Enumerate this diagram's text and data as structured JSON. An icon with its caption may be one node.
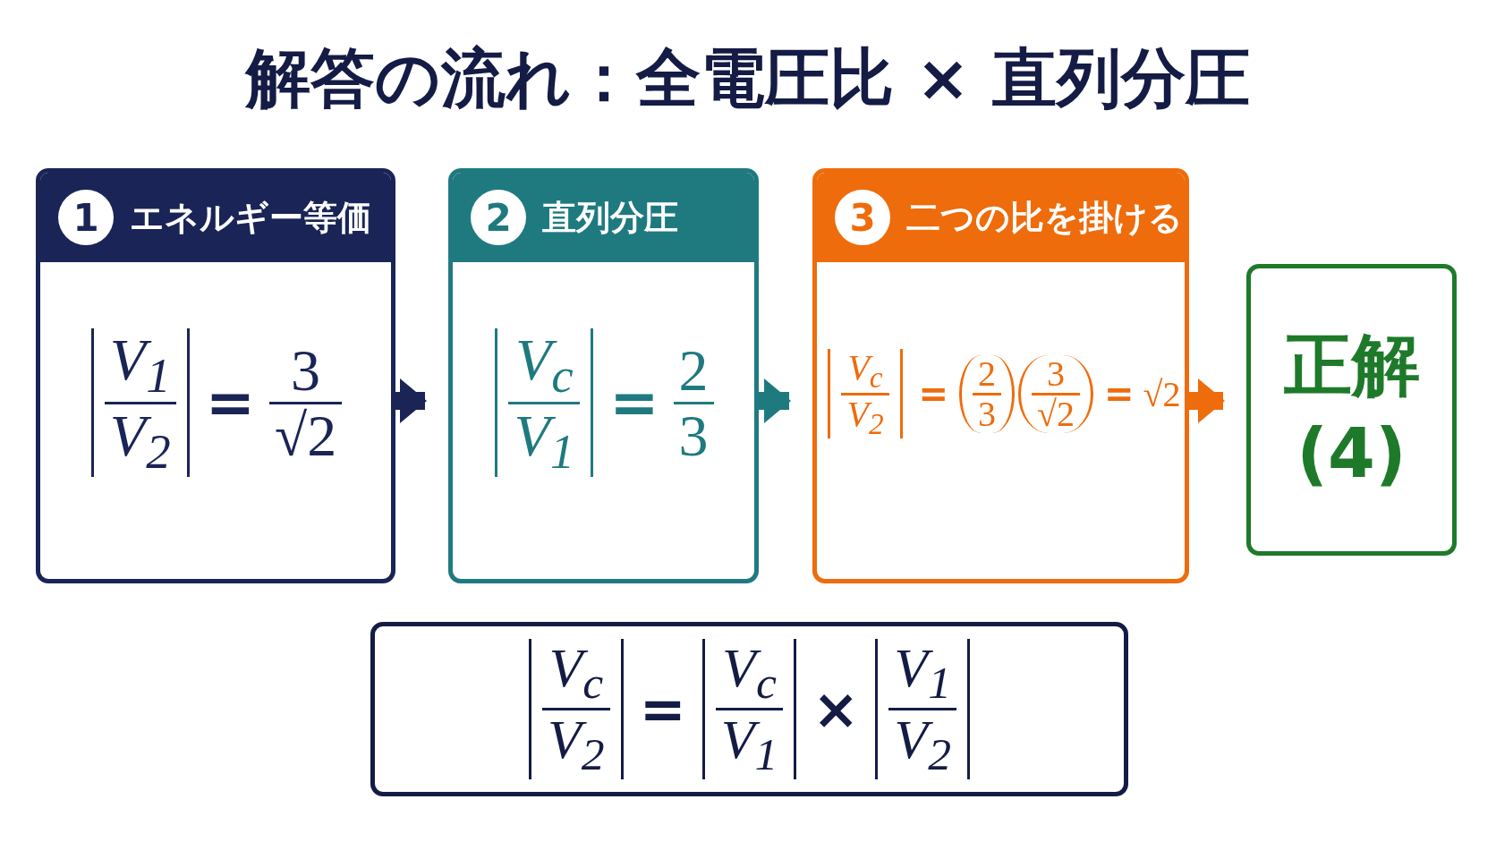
{
  "diagram": {
    "title": "解答の流れ：全電圧比 × 直列分圧",
    "nodes": [
      {
        "text": [
          "1",
          "エネルギー等価",
          "V$_{1}$",
          "V$_{2}$",
          "=",
          "3",
          "√2"
        ]
      },
      {
        "text": [
          "2",
          "直列分圧",
          "V$_{c}$",
          "V$_{1}$",
          "=",
          "2",
          "3"
        ]
      },
      {
        "text": [
          "3",
          "二つの比を掛ける",
          "V$_{c}$",
          "V$_{2}$",
          "=",
          "2",
          "3",
          "3",
          "√2",
          "=",
          "√2"
        ]
      },
      {
        "text": [
          "正解",
          "(4)"
        ]
      },
      {
        "text": [
          "V$_{c}$",
          "V$_{2}$",
          "=",
          "V$_{c}$",
          "V$_{1}$",
          "×",
          "V$_{1}$",
          "V$_{2}$"
        ]
      }
    ],
    "edges": [
      {
        "from": 0,
        "to": 1,
        "arrow": "to",
        "color": "#1a2456"
      },
      {
        "from": 1,
        "to": 2,
        "arrow": "to",
        "color": "#1f7a80"
      },
      {
        "from": 2,
        "to": 3,
        "arrow": "to",
        "color": "#ee6c0c"
      }
    ]
  }
}
